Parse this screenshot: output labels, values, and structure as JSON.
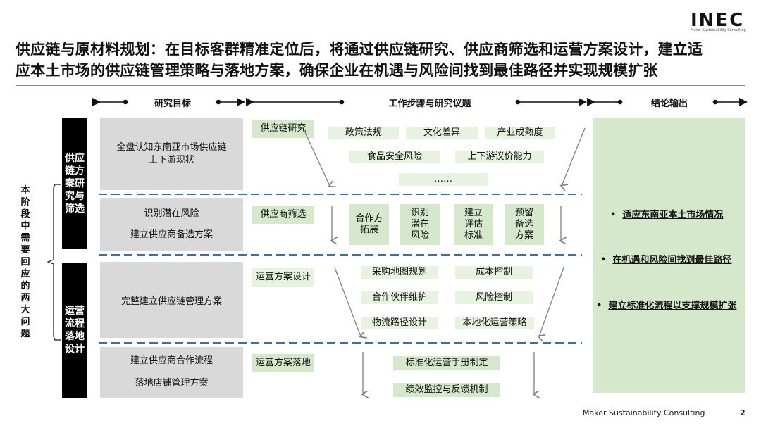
{
  "brand": {
    "logo_text": "INEC",
    "logo_sub": "Maker Sustainability Consulting"
  },
  "title": {
    "line1": "供应链与原材料规划：在目标客群精准定位后，将通过供应链研究、供应商筛选和运营方案设计，建立适",
    "line2": "应本土市场的供应链管理策略与落地方案，确保企业在机遇与风险间找到最佳路径并实现规模扩张"
  },
  "headers": {
    "research_goal": "研究目标",
    "work_steps": "工作步骤与研究议题",
    "conclusion": "结论输出"
  },
  "left_question": "本阶段中需要回应的两大问题",
  "blocks": {
    "block1": "供应链方案研究与筛选",
    "block2": "运营流程落地设计"
  },
  "rows": [
    {
      "goal_lines": [
        "全盘认知东南亚市场供应链",
        "上下游现状"
      ],
      "step": "供应链研究",
      "topics": [
        "政策法规",
        "文化差异",
        "产业成熟度",
        "食品安全风险",
        "上下游议价能力",
        "……"
      ]
    },
    {
      "goal_lines": [
        "识别潜在风险",
        "建立供应商备选方案"
      ],
      "step": "供应商筛选",
      "topics": [
        "合作方\n拓展",
        "识别\n潜在\n风险",
        "建立\n评估\n标准",
        "预留\n备选\n方案"
      ]
    },
    {
      "goal_lines": [
        "完整建立供应链管理方案"
      ],
      "step": "运营方案设计",
      "topics": [
        "采购地图规划",
        "成本控制",
        "合作伙伴维护",
        "风险控制",
        "物流路径设计",
        "本地化运营策略"
      ]
    },
    {
      "goal_lines": [
        "建立供应商合作流程",
        "落地店铺管理方案"
      ],
      "step": "运营方案落地",
      "topics": [
        "标准化运营手册制定",
        "绩效监控与反馈机制"
      ]
    }
  ],
  "conclusions": [
    "适应东南亚本土市场情况",
    "在机遇和风险间找到最佳路径",
    "建立标准化流程以支撑规模扩张"
  ],
  "footer": {
    "company": "Maker Sustainability Consulting",
    "page": "2"
  },
  "colors": {
    "green": "#d5e8cc",
    "green_light": "#e8f2e1",
    "gray": "#d9d9d9",
    "dash_blue": "#2e74b5",
    "arrow_gray": "#808080"
  }
}
